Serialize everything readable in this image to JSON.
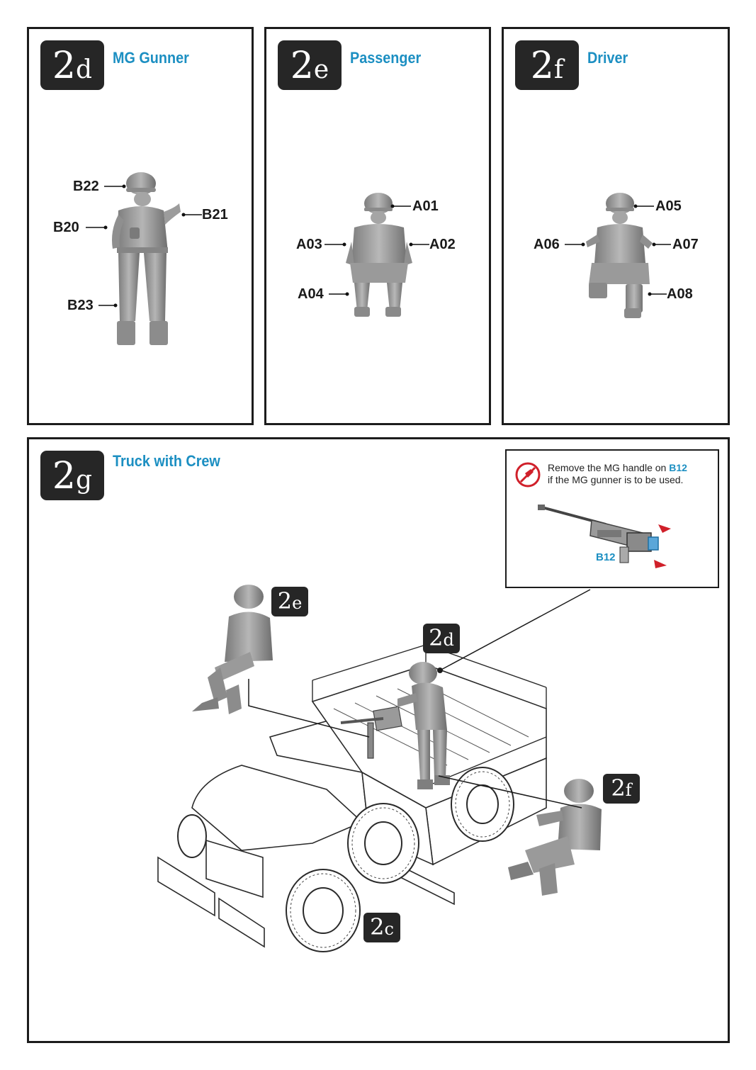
{
  "panels": [
    {
      "step_main": "2",
      "step_sub": "d",
      "title": "MG Gunner",
      "parts": [
        "B22",
        "B21",
        "B20",
        "B23"
      ]
    },
    {
      "step_main": "2",
      "step_sub": "e",
      "title": "Passenger",
      "parts": [
        "A01",
        "A03",
        "A02",
        "A04"
      ]
    },
    {
      "step_main": "2",
      "step_sub": "f",
      "title": "Driver",
      "parts": [
        "A05",
        "A06",
        "A07",
        "A08"
      ]
    }
  ],
  "assembly": {
    "step_main": "2",
    "step_sub": "g",
    "title": "Truck with Crew",
    "callouts": [
      {
        "main": "2",
        "sub": "e"
      },
      {
        "main": "2",
        "sub": "d"
      },
      {
        "main": "2",
        "sub": "f"
      },
      {
        "main": "2",
        "sub": "c"
      }
    ],
    "note": {
      "line1_prefix": "Remove the MG handle on ",
      "line1_part": "B12",
      "line2": "if the MG gunner is to be used.",
      "part_label": "B12",
      "icon": "cut-icon",
      "accent": "#d0202a"
    }
  },
  "colors": {
    "title": "#1c8fc2",
    "badge": "#262626",
    "border": "#1c1c1c",
    "figure": "#9a9a9a"
  }
}
